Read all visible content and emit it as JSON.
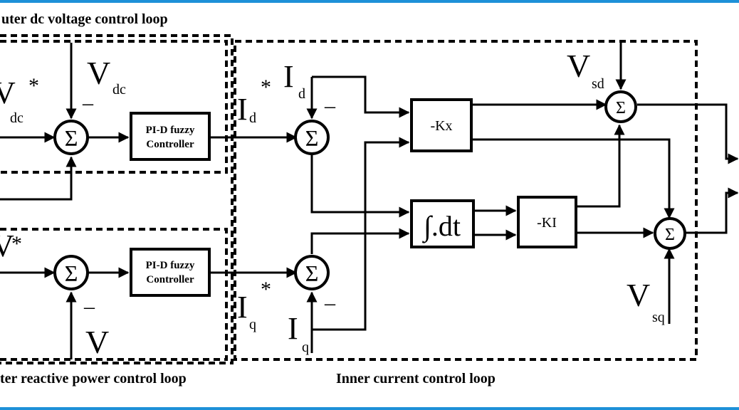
{
  "colors": {
    "frame": "#1e90d8",
    "ink": "#000000",
    "background": "#ffffff"
  },
  "captions": {
    "outer_dc": "uter dc voltage control loop",
    "outer_reactive": "ter reactive power control loop",
    "inner_current": "Inner current control loop"
  },
  "signals": {
    "vdc_ref_main": "V",
    "vdc_ref_sub": "dc",
    "vdc_ref_star": "*",
    "vdc_meas_main": "V",
    "vdc_meas_sub": "dc",
    "vdc_meas_sign": "–",
    "v_ref_main": "V",
    "v_ref_star": "*",
    "v_meas_main": "V",
    "v_meas_sign": "–",
    "id_ref_main": "I",
    "id_ref_sub": "d",
    "id_ref_star": "*",
    "id_meas_main": "I",
    "id_meas_sub": "d",
    "id_meas_sign": "–",
    "iq_ref_main": "I",
    "iq_ref_sub": "q",
    "iq_ref_star": "*",
    "iq_meas_main": "I",
    "iq_meas_sub": "q",
    "iq_meas_sign": "–",
    "vsd_main": "V",
    "vsd_sub": "sd",
    "vsq_main": "V",
    "vsq_sub": "sq"
  },
  "blocks": {
    "pid_line1": "PI-D fuzzy",
    "pid_line2": "Controller",
    "kx": "-Kx",
    "integrator": "∫.dt",
    "ki": "-KI"
  },
  "summer_symbol": "Σ"
}
